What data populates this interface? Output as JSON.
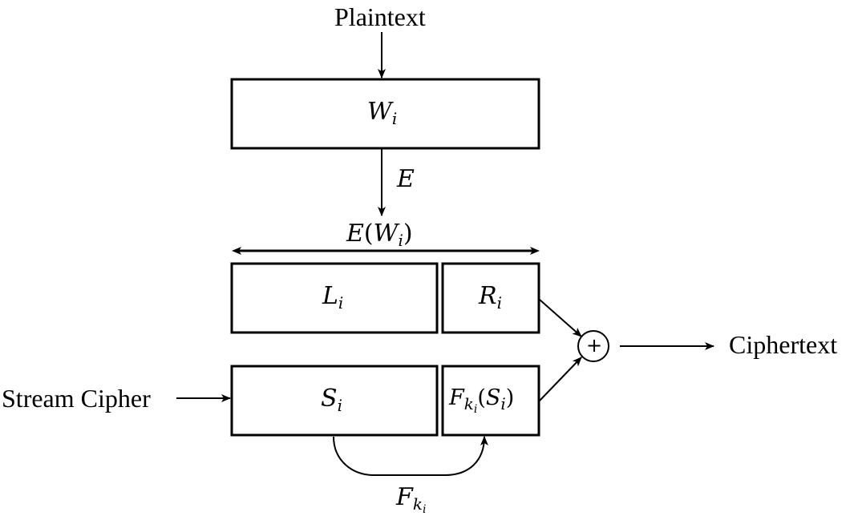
{
  "labels": {
    "plaintext": "Plaintext",
    "ciphertext": "Ciphertext",
    "stream_cipher": "Stream Cipher",
    "xor_symbol": "+"
  },
  "math": {
    "w": {
      "base": "W",
      "sub": "i"
    },
    "e_arrow": {
      "base": "E"
    },
    "e_w": {
      "base": "E",
      "open": "(",
      "inner": "W",
      "inner_sub": "i",
      "close": ")"
    },
    "l": {
      "base": "L",
      "sub": "i"
    },
    "r": {
      "base": "R",
      "sub": "i"
    },
    "s": {
      "base": "S",
      "sub": "i"
    },
    "f_s": {
      "base": "F",
      "sub": "k",
      "subsub": "i",
      "open": "(",
      "inner": "S",
      "inner_sub": "i",
      "close": ")"
    },
    "f_curve": {
      "base": "F",
      "sub": "k",
      "subsub": "i"
    }
  }
}
